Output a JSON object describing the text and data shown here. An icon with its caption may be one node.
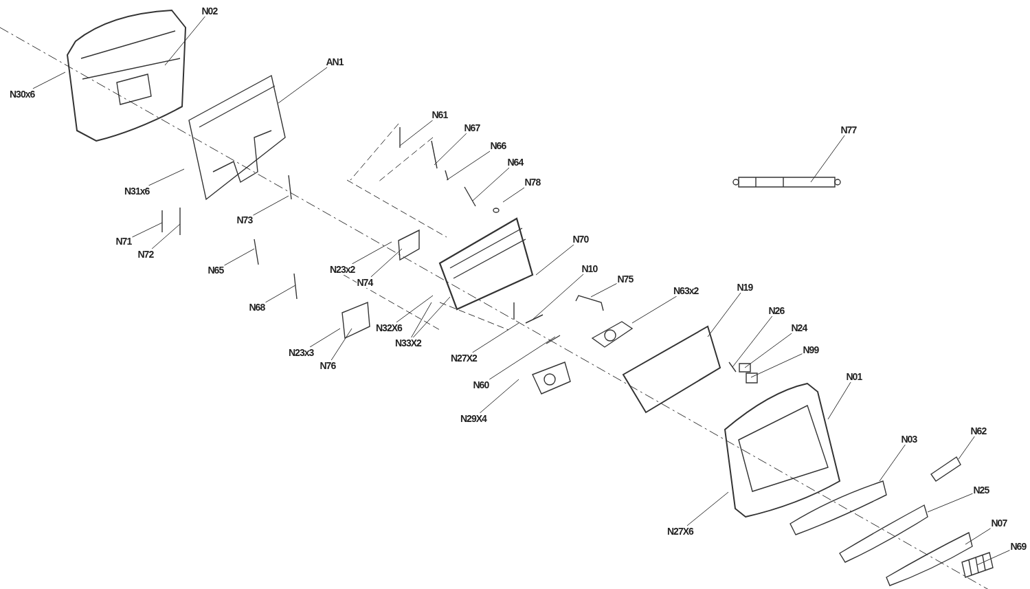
{
  "diagram": {
    "nodes": [
      {
        "text": [
          "N02"
        ]
      },
      {
        "text": [
          "N30x6"
        ]
      },
      {
        "text": [
          "AN1"
        ]
      },
      {
        "text": [
          "N31x6"
        ]
      },
      {
        "text": [
          "N71"
        ]
      },
      {
        "text": [
          "N72"
        ]
      },
      {
        "text": [
          "N73"
        ]
      },
      {
        "text": [
          "N65"
        ]
      },
      {
        "text": [
          "N61"
        ]
      },
      {
        "text": [
          "N67"
        ]
      },
      {
        "text": [
          "N66"
        ]
      },
      {
        "text": [
          "N64"
        ]
      },
      {
        "text": [
          "N78"
        ]
      },
      {
        "text": [
          "N77"
        ]
      },
      {
        "text": [
          "N70"
        ]
      },
      {
        "text": [
          "N23x2"
        ]
      },
      {
        "text": [
          "N74"
        ]
      },
      {
        "text": [
          "N68"
        ]
      },
      {
        "text": [
          "N10"
        ]
      },
      {
        "text": [
          "N75"
        ]
      },
      {
        "text": [
          "N63x2"
        ]
      },
      {
        "text": [
          "N19"
        ]
      },
      {
        "text": [
          "N26"
        ]
      },
      {
        "text": [
          "N24"
        ]
      },
      {
        "text": [
          "N99"
        ]
      },
      {
        "text": [
          "N32X6"
        ]
      },
      {
        "text": [
          "N33X2"
        ]
      },
      {
        "text": [
          "N27X2"
        ]
      },
      {
        "text": [
          "N23x3"
        ]
      },
      {
        "text": [
          "N76"
        ]
      },
      {
        "text": [
          "N60"
        ]
      },
      {
        "text": [
          "N01"
        ]
      },
      {
        "text": [
          "N29X4"
        ]
      },
      {
        "text": [
          "N03"
        ]
      },
      {
        "text": [
          "N62"
        ]
      },
      {
        "text": [
          "N25"
        ]
      },
      {
        "text": [
          "N27X6"
        ]
      },
      {
        "text": [
          "N07"
        ]
      },
      {
        "text": [
          "N69"
        ]
      }
    ],
    "edges": [
      {
        "from": 0,
        "to": null,
        "arrow": "none"
      },
      {
        "from": 1,
        "to": null,
        "arrow": "none"
      },
      {
        "from": 2,
        "to": null,
        "arrow": "none"
      },
      {
        "from": 3,
        "to": null,
        "arrow": "none"
      },
      {
        "from": 4,
        "to": null,
        "arrow": "none"
      },
      {
        "from": 5,
        "to": null,
        "arrow": "none"
      },
      {
        "from": 6,
        "to": null,
        "arrow": "none"
      },
      {
        "from": 7,
        "to": null,
        "arrow": "none"
      },
      {
        "from": 8,
        "to": null,
        "arrow": "none"
      },
      {
        "from": 9,
        "to": null,
        "arrow": "none"
      },
      {
        "from": 10,
        "to": null,
        "arrow": "none"
      },
      {
        "from": 11,
        "to": null,
        "arrow": "none"
      },
      {
        "from": 12,
        "to": null,
        "arrow": "none"
      },
      {
        "from": 13,
        "to": null,
        "arrow": "none"
      },
      {
        "from": 14,
        "to": null,
        "arrow": "none"
      },
      {
        "from": 15,
        "to": null,
        "arrow": "none"
      },
      {
        "from": 16,
        "to": null,
        "arrow": "none"
      },
      {
        "from": 17,
        "to": null,
        "arrow": "none"
      },
      {
        "from": 18,
        "to": null,
        "arrow": "none"
      },
      {
        "from": 19,
        "to": null,
        "arrow": "none"
      },
      {
        "from": 20,
        "to": null,
        "arrow": "none"
      },
      {
        "from": 21,
        "to": null,
        "arrow": "none"
      },
      {
        "from": 22,
        "to": null,
        "arrow": "none"
      },
      {
        "from": 23,
        "to": null,
        "arrow": "none"
      },
      {
        "from": 24,
        "to": null,
        "arrow": "none"
      },
      {
        "from": 25,
        "to": null,
        "arrow": "none"
      },
      {
        "from": 26,
        "to": null,
        "arrow": "none"
      },
      {
        "from": 26,
        "to": null,
        "arrow": "none"
      },
      {
        "from": 27,
        "to": null,
        "arrow": "none"
      },
      {
        "from": 28,
        "to": null,
        "arrow": "none"
      },
      {
        "from": 29,
        "to": null,
        "arrow": "none"
      },
      {
        "from": 30,
        "to": null,
        "arrow": "none"
      },
      {
        "from": 31,
        "to": null,
        "arrow": "none"
      },
      {
        "from": 32,
        "to": null,
        "arrow": "none"
      },
      {
        "from": 33,
        "to": null,
        "arrow": "none"
      },
      {
        "from": 34,
        "to": null,
        "arrow": "none"
      },
      {
        "from": 35,
        "to": null,
        "arrow": "none"
      },
      {
        "from": 36,
        "to": null,
        "arrow": "none"
      },
      {
        "from": 37,
        "to": null,
        "arrow": "none"
      },
      {
        "from": 38,
        "to": null,
        "arrow": "none"
      }
    ]
  }
}
